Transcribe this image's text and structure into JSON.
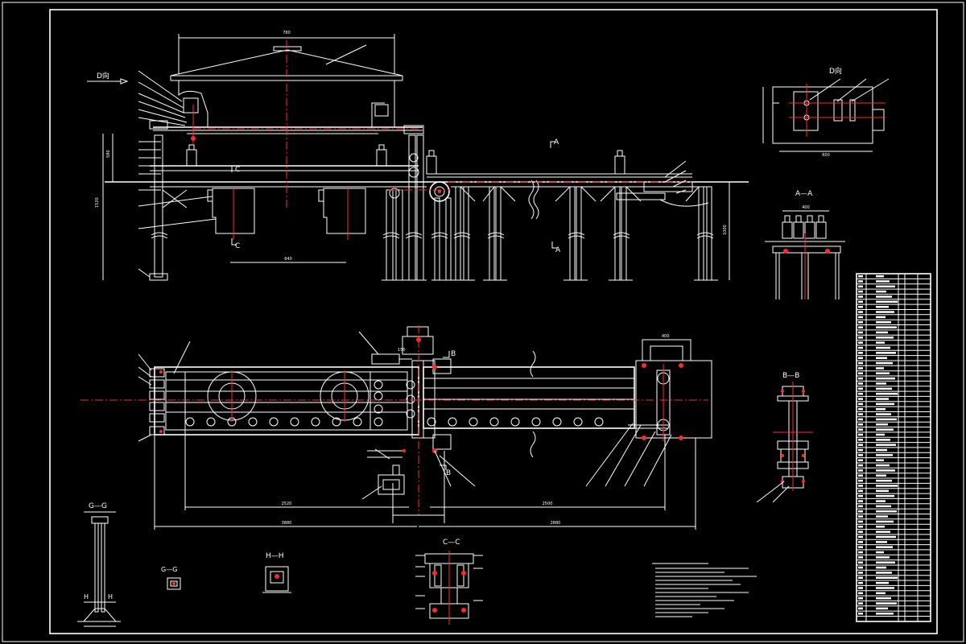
{
  "view_labels": {
    "d_view_left": "D向",
    "d_view_right": "D向",
    "section_a_a": "A—A",
    "section_b_b": "B—B",
    "section_c_c": "C—C",
    "section_g_g_tall": "G—G",
    "section_g_g_small": "G—G",
    "section_h_h": "H—H",
    "cut_c_top": "C",
    "cut_c_bottom": "C",
    "cut_a_top": "A",
    "cut_a_bottom": "A",
    "cut_b_top": "B",
    "cut_b_bottom": "B",
    "cut_h_left": "H",
    "cut_h_right": "H"
  },
  "dimensions": {
    "top_width": "780",
    "elev_height_outer": "1520",
    "elev_height_inner": "580",
    "hopper_spacing": "640",
    "right_leg_height": "1000",
    "plan_total_left": "3880",
    "plan_total_right": "2880",
    "plan_inner_left": "2520",
    "plan_inner_right": "2500",
    "plan_offset": "150",
    "plan_right_box": "400",
    "a_a_width": "400",
    "d_view_width": "600"
  },
  "colors": {
    "background": "#000000",
    "lines": "#ffffff",
    "centerlines": "#ff2a2a"
  }
}
